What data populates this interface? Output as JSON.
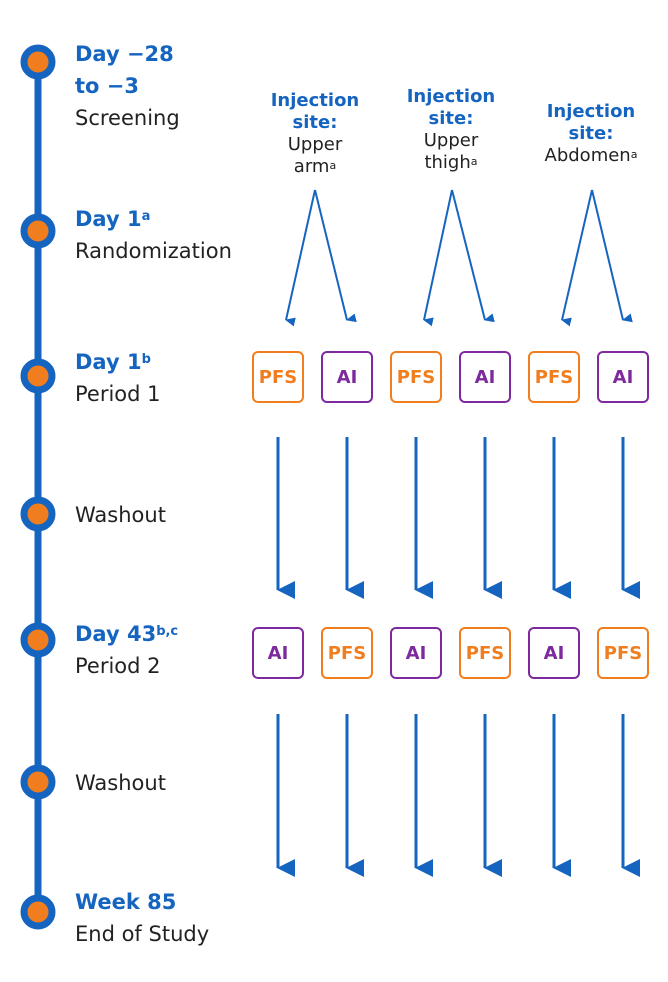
{
  "colors": {
    "timeline": "#1565c0",
    "node_fill": "#f07d1e",
    "pfs": "#f07d1e",
    "ai": "#7e2a9e",
    "arrow": "#1565c0"
  },
  "timeline": [
    {
      "day": "Day −28",
      "day2": "to −3",
      "desc": "Screening"
    },
    {
      "day": "Day 1",
      "sup": "a",
      "desc": "Randomization"
    },
    {
      "day": "Day 1",
      "sup": "b",
      "desc": "Period 1"
    },
    {
      "desc": "Washout"
    },
    {
      "day": "Day 43",
      "sup": "b,c",
      "desc": "Period 2"
    },
    {
      "desc": "Washout"
    },
    {
      "day": "Week 85",
      "desc": "End of Study"
    }
  ],
  "sites": [
    {
      "title1": "Injection",
      "title2": "site:",
      "name1": "Upper",
      "name2": "arm",
      "sup": "a"
    },
    {
      "title1": "Injection",
      "title2": "site:",
      "name1": "Upper",
      "name2": "thigh",
      "sup": "a"
    },
    {
      "title1": "Injection",
      "title2": "site:",
      "name1": "Abdomen",
      "sup": "a"
    }
  ],
  "period1": [
    "PFS",
    "AI",
    "PFS",
    "AI",
    "PFS",
    "AI"
  ],
  "period2": [
    "AI",
    "PFS",
    "AI",
    "PFS",
    "AI",
    "PFS"
  ]
}
